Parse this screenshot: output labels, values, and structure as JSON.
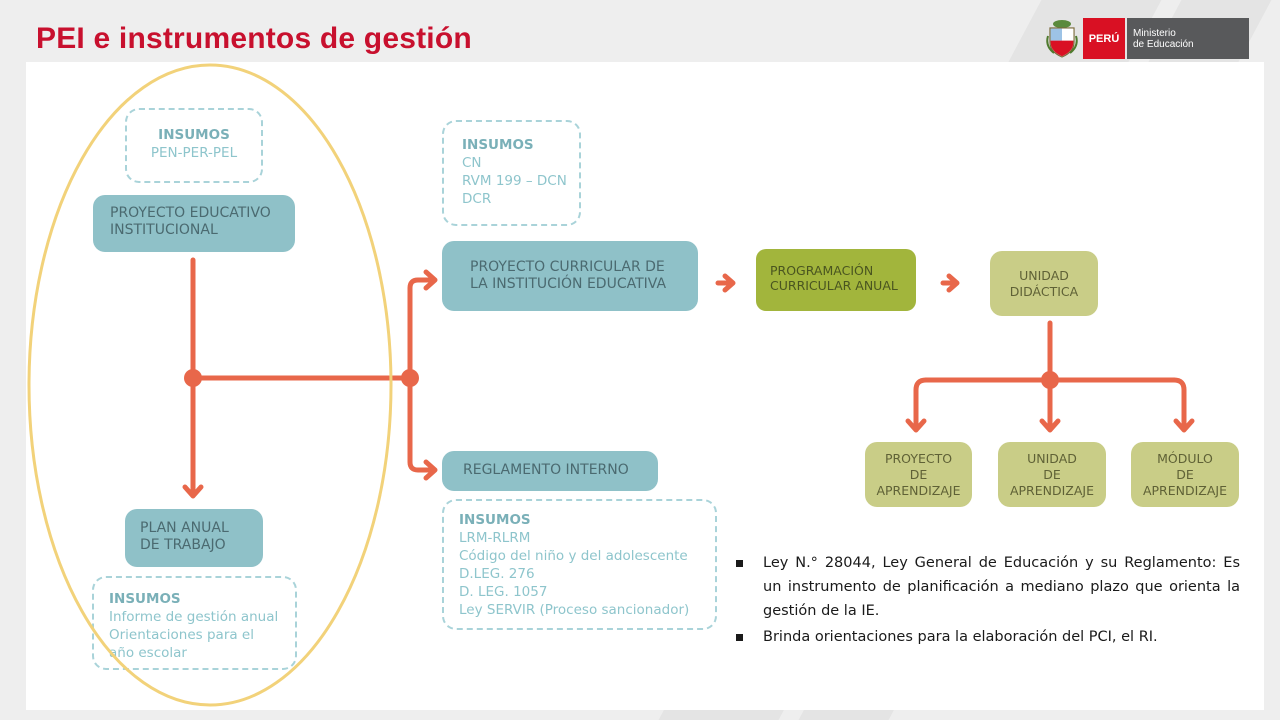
{
  "slide": {
    "title": "PEI e instrumentos de gestión"
  },
  "logo": {
    "peru": "PERÚ",
    "ministry_line1": "Ministerio",
    "ministry_line2": "de Educación"
  },
  "diagram": {
    "pei_inputs": {
      "heading": "INSUMOS",
      "lines": [
        "PEN-PER-PEL"
      ]
    },
    "pei": {
      "lines": [
        "PROYECTO EDUCATIVO",
        "INSTITUCIONAL"
      ]
    },
    "pat": {
      "lines": [
        "PLAN ANUAL",
        "DE TRABAJO"
      ]
    },
    "pat_inputs": {
      "heading": "INSUMOS",
      "lines": [
        "Informe de gestión anual",
        "Orientaciones para el",
        "año escolar"
      ]
    },
    "pcie_inputs": {
      "heading": "INSUMOS",
      "lines": [
        "CN",
        "RVM 199 – DCN",
        "DCR"
      ]
    },
    "pcie": {
      "lines": [
        "PROYECTO CURRICULAR DE",
        "LA INSTITUCIÓN EDUCATIVA"
      ]
    },
    "ri": {
      "lines": [
        "REGLAMENTO INTERNO"
      ]
    },
    "ri_inputs": {
      "heading": "INSUMOS",
      "lines": [
        "LRM-RLRM",
        "Código del niño y del adolescente",
        "D.LEG. 276",
        "D. LEG. 1057",
        "Ley SERVIR (Proceso sancionador)"
      ]
    },
    "pca": {
      "lines": [
        "PROGRAMACIÓN",
        "CURRICULAR ANUAL"
      ]
    },
    "ud": {
      "lines": [
        "UNIDAD",
        "DIDÁCTICA"
      ]
    },
    "proyecto": {
      "lines": [
        "PROYECTO",
        "DE",
        "APRENDIZAJE"
      ]
    },
    "unidad": {
      "lines": [
        "UNIDAD",
        "DE",
        "APRENDIZAJE"
      ]
    },
    "modulo": {
      "lines": [
        "MÓDULO",
        "DE",
        "APRENDIZAJE"
      ]
    }
  },
  "notes": {
    "bullets": [
      "Ley N.° 28044, Ley General de Educación y su Reglamento: Es un instrumento de planificación a mediano plazo que orienta la gestión de la IE.",
      "Brinda orientaciones para la elaboración del PCI, el  RI."
    ]
  },
  "colors": {
    "title_red": "#c8102e",
    "arrow_orange": "#e8674a",
    "teal_box": "#8fc1c8",
    "olive_box": "#a2b53c",
    "khaki_box": "#c9cd87",
    "highlight_ellipse": "#f2d27a"
  }
}
